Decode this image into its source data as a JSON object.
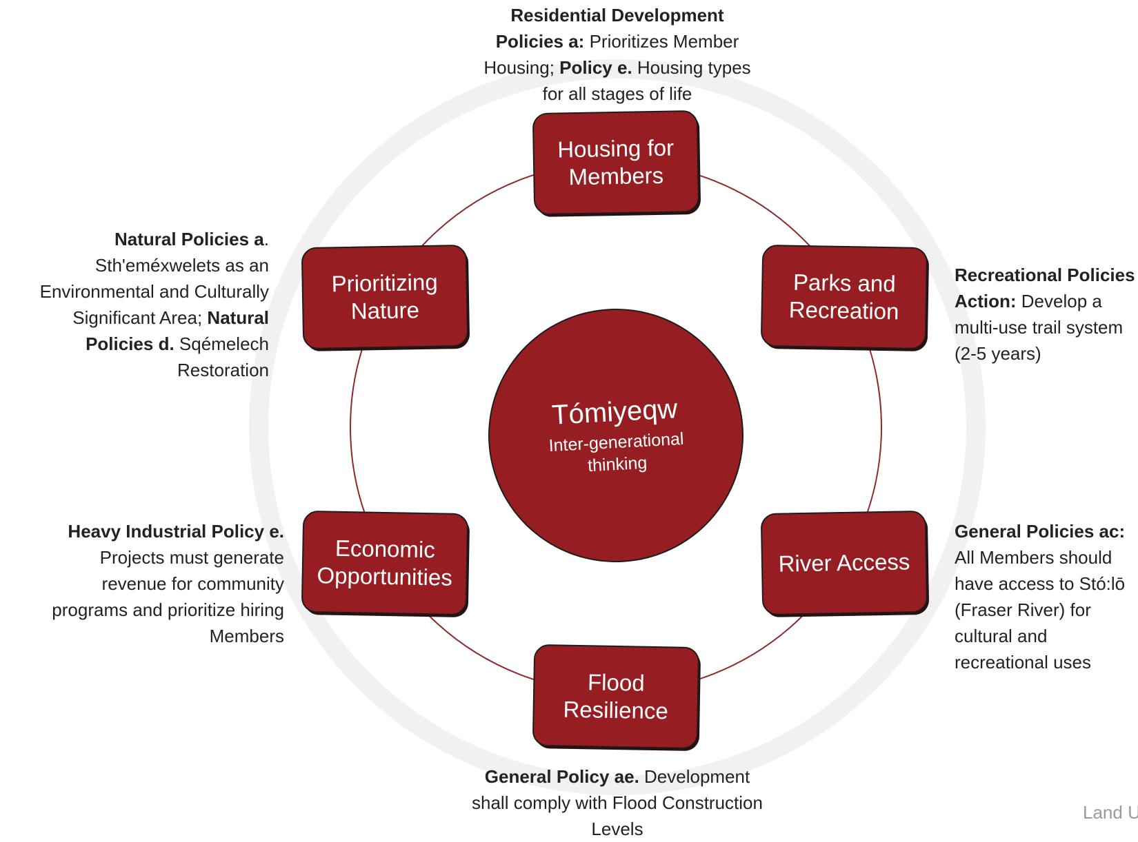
{
  "center": {
    "title": "Tómiyeqw",
    "subtitle": "Inter-generational thinking"
  },
  "nodes": {
    "housing": "Housing for Members",
    "parks": "Parks and Recreation",
    "river": "River Access",
    "flood": "Flood Resilience",
    "economic": "Economic Opportunities",
    "nature": "Prioritizing Nature"
  },
  "annotations": {
    "housing": {
      "b1": "Residential Development Policies a:",
      "t1": " Prioritizes Member Housing; ",
      "b2": "Policy e.",
      "t2": " Housing types for all stages of life"
    },
    "parks": {
      "b1": "Recreational Policies Action:",
      "t1": " Develop a multi-use trail system (2-5 years)"
    },
    "river": {
      "b1": "General Policies ac:",
      "t1": " All Members should have access to Stó:lō (Fraser River) for cultural and recreational uses"
    },
    "flood": {
      "b1": "General Policy ae.",
      "t1": " Development shall comply with Flood Construction Levels"
    },
    "economic": {
      "b1": "Heavy Industrial Policy e.",
      "t1": " Projects must generate revenue for community programs and prioritize hiring Members"
    },
    "nature": {
      "b1": "Natural Policies a",
      "t1": ". Sth'eméxwelets as an Environmental and Culturally Significant Area; ",
      "b2": "Natural Policies d.",
      "t2": " Sqémelech Restoration"
    }
  },
  "footer": "Land U",
  "colors": {
    "accent": "#961e22",
    "ring": "#8e2a2c",
    "outline": "#1c1c1c"
  }
}
